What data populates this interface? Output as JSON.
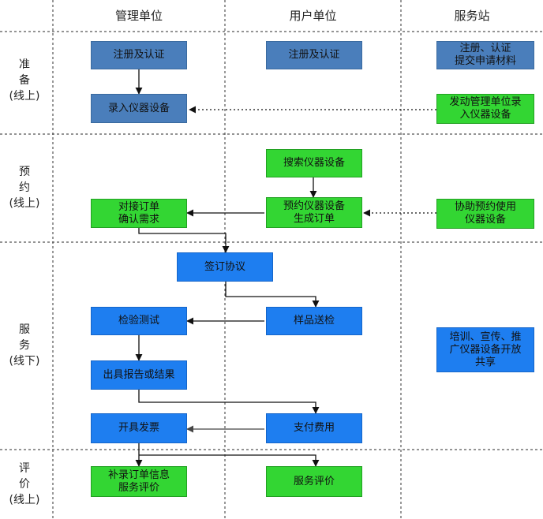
{
  "columns": {
    "management": "管理单位",
    "user": "用户单位",
    "service": "服务站"
  },
  "phases": {
    "prepare": "准\n备\n(线上)",
    "reserve": "预\n约\n(线上)",
    "service": "服\n务\n(线下)",
    "evaluate": "评\n价\n(线上)"
  },
  "nodes": {
    "mgmt_register": "注册及认证",
    "user_register": "注册及认证",
    "station_register": "注册、认证\n提交申请材料",
    "mgmt_enter_instruments": "录入仪器设备",
    "station_mobilize": "发动管理单位录\n入仪器设备",
    "search_instruments": "搜索仪器设备",
    "book_instruments": "预约仪器设备\n生成订单",
    "confirm_order": "对接订单\n确认需求",
    "station_assist": "协助预约使用\n仪器设备",
    "sign_agreement": "签订协议",
    "sample_delivery": "样品送检",
    "inspection_test": "检验测试",
    "station_training": "培训、宣传、推\n广仪器设备开放\n共享",
    "issue_report": "出具报告或结果",
    "pay_fee": "支付费用",
    "issue_invoice": "开具发票",
    "complete_order": "补录订单信息\n服务评价",
    "service_evaluation": "服务评价"
  },
  "colors": {
    "navy_box": "#4a7ebb",
    "green_box": "#33d633",
    "blue_box": "#1e7ef0",
    "arrow": "#111111",
    "divider": "#555555"
  }
}
